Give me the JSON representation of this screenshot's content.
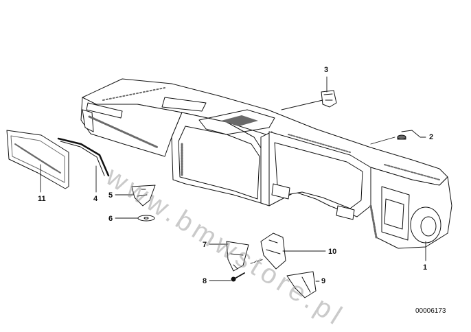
{
  "diagram": {
    "callouts": {
      "c1": "1",
      "c2": "2",
      "c3": "3",
      "c4": "4",
      "c5": "5",
      "c6": "6",
      "c7": "7",
      "c8": "8",
      "c9": "9",
      "c10": "10",
      "c11": "11"
    },
    "document_number": "00006173",
    "watermark": "www.bmwstore.pl"
  },
  "colors": {
    "ink": "#111111",
    "fill": "#ffffff",
    "shade": "#6a6a6a",
    "watermark": "#8c8c8c"
  }
}
